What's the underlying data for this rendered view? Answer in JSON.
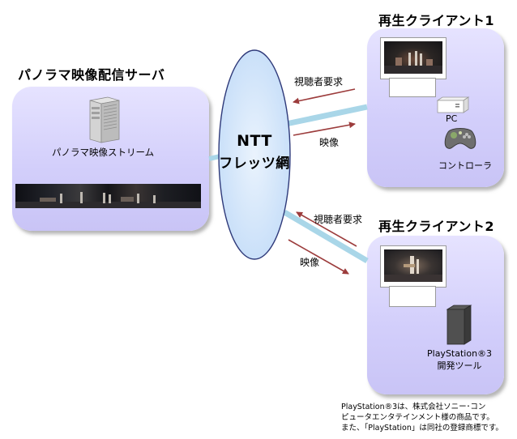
{
  "server": {
    "title": "パノラマ映像配信サーバ",
    "stream_label": "パノラマ映像ストリーム"
  },
  "network": {
    "line1": "NTT",
    "line2": "フレッツ網"
  },
  "client1": {
    "title": "再生クライアント1",
    "pc_label": "PC",
    "controller_label": "コントローラ"
  },
  "client2": {
    "title": "再生クライアント2",
    "device_line1": "PlayStation®3",
    "device_line2": "開発ツール"
  },
  "arrows": {
    "request1": "視聴者要求",
    "video1": "映像",
    "request2": "視聴者要求",
    "video2": "映像"
  },
  "footnote": {
    "line1": "PlayStation®3は、株式会社ソニー･コン",
    "line2": "ピュータエンタテインメント様の商品です。",
    "line3": "また、「PlayStation」は同社の登録商標です。"
  },
  "colors": {
    "panel": "#d3cffb",
    "ellipse": "#cfe3fb",
    "connector": "#a9d6e8",
    "arrow": "#9c3c3c"
  }
}
